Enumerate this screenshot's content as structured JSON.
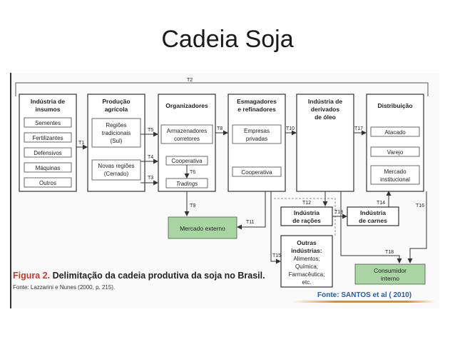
{
  "title": "Cadeia Soja",
  "stages": {
    "insumos": "Indústria de insumos",
    "producao": "Produção agrícola",
    "organizadores": "Organizadores",
    "esmagadores": "Esmagadores e refinadores",
    "derivados": "Indústria de derivados de óleo",
    "distribuicao": "Distribuição"
  },
  "insumos_items": [
    "Sementes",
    "Fertilizantes",
    "Defensivos",
    "Máquinas",
    "Outros"
  ],
  "producao_items": [
    "Regiões tradicionais (Sul)",
    "Novas regiões (Cerrado)"
  ],
  "organizadores_items": [
    "Armazenadores corretores",
    "Cooperativa",
    "Tradings"
  ],
  "esmagadores_items": [
    "Empresas privadas",
    "Cooperativa"
  ],
  "distribuicao_items": [
    "Atacado",
    "Varejo",
    "Mercado institucional"
  ],
  "other_boxes": {
    "mercado_externo": "Mercado externo",
    "racoes": "Indústria de rações",
    "carnes": "Indústria de carnes",
    "outras": "Outras indústrias: Alimentos; Química; Farmacêutica; etc.",
    "consumidor": "Consumidor interno"
  },
  "transactions": [
    "T1",
    "T2",
    "T3",
    "T4",
    "T5",
    "T6",
    "T8",
    "T9",
    "T10",
    "T11",
    "T12",
    "T13",
    "T14",
    "T15",
    "T16",
    "T17",
    "T18"
  ],
  "caption": {
    "label": "Figura 2.",
    "text": "Delimitação da cadeia produtiva da soja no Brasil.",
    "source": "Fonte: Lazzarini e Nunes (2000, p. 215)."
  },
  "credit": "Fonte: SANTOS et al ( 2010)",
  "colors": {
    "green_box": "#a8d5a2",
    "credit": "#1f5fa8",
    "accent_bar": "#e88a1e"
  }
}
